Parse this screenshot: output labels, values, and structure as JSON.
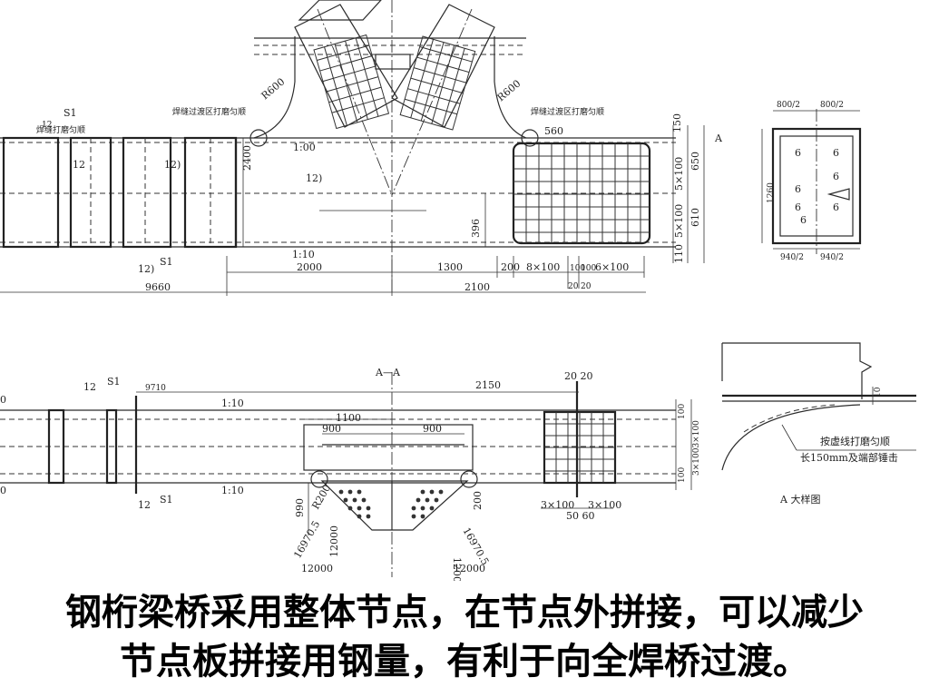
{
  "labels": {
    "grind_weld_transition": "焊缝过渡区打磨匀顺",
    "grind_smooth": "焊缝打磨匀顺",
    "r600": "R600",
    "r200": "R200",
    "s1": "S1",
    "n12": "12",
    "n12b": "12)",
    "n2400": "2400",
    "n396": "396",
    "ratio_1_00": "1:00",
    "ratio_1_10": "1:10",
    "d2000": "2000",
    "d1300": "1300",
    "d200": "200",
    "d8x100": "8×100",
    "d100": "100",
    "d6x100": "6×100",
    "d9660": "9660",
    "d2100": "2100",
    "d20": "20",
    "d560": "560",
    "d150": "150",
    "d650": "650",
    "d5x100": "5×100",
    "d610": "610",
    "d110": "110",
    "sec_a": "A",
    "detail_800_2": "800/2",
    "detail_940_2": "940/2",
    "detail_1260": "1260",
    "n6": "6",
    "aa": "A—A",
    "d9710": "9710",
    "d2150": "2150",
    "d20_20": "20 20",
    "d1100": "1100",
    "d900": "900",
    "d990": "990",
    "d10": "10",
    "d3x100": "3×100",
    "d3x100_3x100": "3×1003×100",
    "d50_60": "50 60",
    "d169705": "16970.5",
    "d12000": "12000",
    "d0": "0",
    "grind_dashed": "按虚线打磨匀顺",
    "len150": "长150mm及端部锤击",
    "detail_a": "A 大样图"
  },
  "caption": {
    "line1": "钢桁梁桥采用整体节点，在节点外拼接，可以减少",
    "line2": "节点板拼接用钢量，有利于向全焊桥过渡。"
  }
}
